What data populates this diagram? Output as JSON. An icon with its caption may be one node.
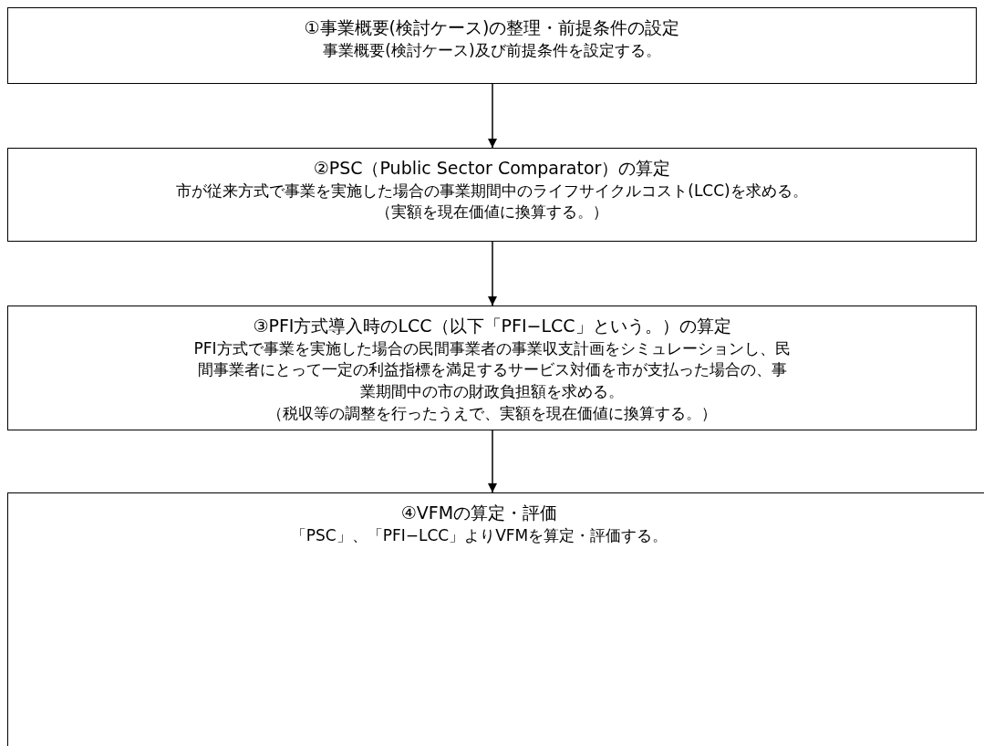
{
  "diagram": {
    "nodes": [
      {
        "text": [
          "①事業概要(検討ケース)の整理・前提条件の設定",
          "事業概要(検討ケース)及び前提条件を設定する。"
        ]
      },
      {
        "text": [
          "②PSC（Public Sector Comparator）の算定",
          "市が従来方式で事業を実施した場合の事業期間中のライフサイクルコスト(LCC)を求める。",
          "（実額を現在価値に換算する。）"
        ]
      },
      {
        "text": [
          "③PFI方式導入時のLCC（以下「PFI−LCC」という。）の算定",
          "PFI方式で事業を実施した場合の民間事業者の事業収支計画をシミュレーションし、民間事業者にとって一定の利益指標を満足するサービス対価を市が支払った場合の、事業期間中の市の財政負担額を求める。",
          "（税収等の調整を行ったうえで、実額を現在価値に換算する。）"
        ]
      },
      {
        "text": [
          "④VFMの算定・評価",
          "「PSC」、「PFI−LCC」よりVFMを算定・評価する。"
        ]
      }
    ],
    "edges": [
      {
        "from": 0,
        "to": 1,
        "arrow": "to"
      },
      {
        "from": 1,
        "to": 2,
        "arrow": "to"
      },
      {
        "from": 2,
        "to": 3,
        "arrow": "to"
      }
    ]
  }
}
